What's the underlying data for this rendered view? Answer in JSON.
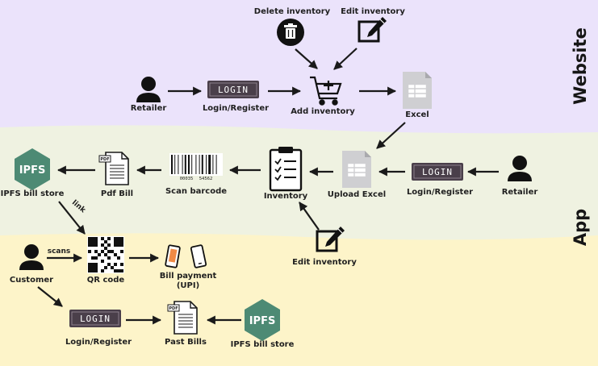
{
  "bands": {
    "website": "Website",
    "app": "App"
  },
  "website": {
    "delete_inventory": "Delete inventory",
    "edit_inventory": "Edit inventory",
    "retailer": "Retailer",
    "login_register": "Login/Register",
    "add_inventory": "Add inventory",
    "excel": "Excel"
  },
  "app": {
    "ipfs_bill_store": "IPFS bill store",
    "pdf_bill": "Pdf Bill",
    "scan_barcode": "Scan barcode",
    "inventory": "Inventory",
    "upload_excel": "Upload Excel",
    "login_register": "Login/Register",
    "retailer": "Retailer",
    "edit_inventory": "Edit inventory",
    "link": "link"
  },
  "customer": {
    "customer": "Customer",
    "scans": "scans",
    "qr_code": "QR code",
    "bill_payment_line1": "Bill payment",
    "bill_payment_line2": "(UPI)",
    "login_register": "Login/Register",
    "past_bills": "Past Bills",
    "ipfs_bill_store": "IPFS bill store"
  },
  "glyphs": {
    "login": "LOGIN",
    "ipfs": "IPFS",
    "pdf": "PDF",
    "barcode_left": "00035",
    "barcode_right": "54562"
  },
  "colors": {
    "website_band": "#ebe3fb",
    "app_band": "#eff2e1",
    "customer_band": "#fdf4c9",
    "ipfs_green": "#4d8a74",
    "login_bg": "#4a3f4a",
    "excel_gray": "#cfcfd2"
  }
}
